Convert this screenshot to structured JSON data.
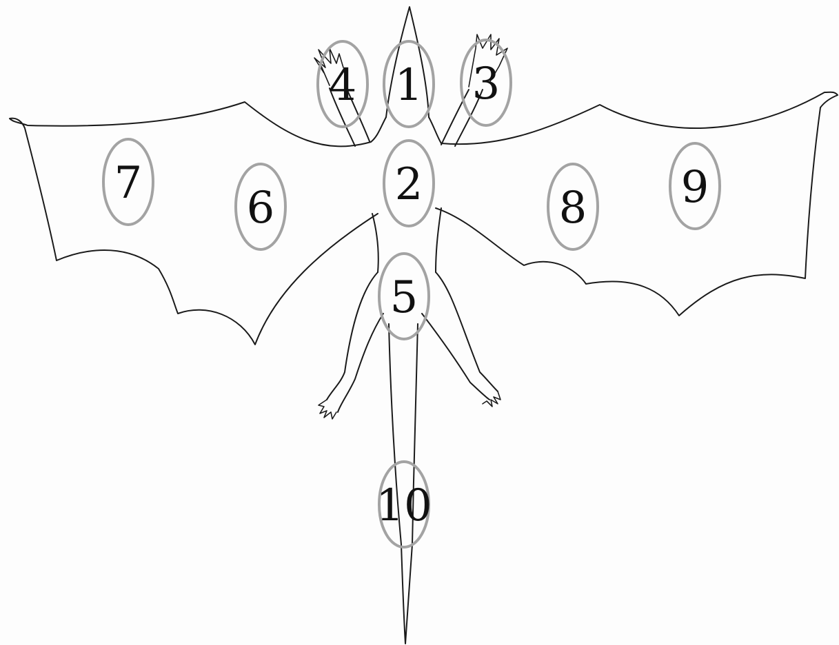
{
  "figure": {
    "colors": {
      "outline": "#1a1a1a",
      "marker_ring": "#a3a3a3",
      "label_text": "#111111",
      "background": "#fdfdfd"
    },
    "subject": "dragon-top-view-outline",
    "markers": [
      {
        "id": "1",
        "label": "1"
      },
      {
        "id": "2",
        "label": "2"
      },
      {
        "id": "3",
        "label": "3"
      },
      {
        "id": "4",
        "label": "4"
      },
      {
        "id": "5",
        "label": "5"
      },
      {
        "id": "6",
        "label": "6"
      },
      {
        "id": "7",
        "label": "7"
      },
      {
        "id": "8",
        "label": "8"
      },
      {
        "id": "9",
        "label": "9"
      },
      {
        "id": "10",
        "label": "10"
      }
    ]
  }
}
